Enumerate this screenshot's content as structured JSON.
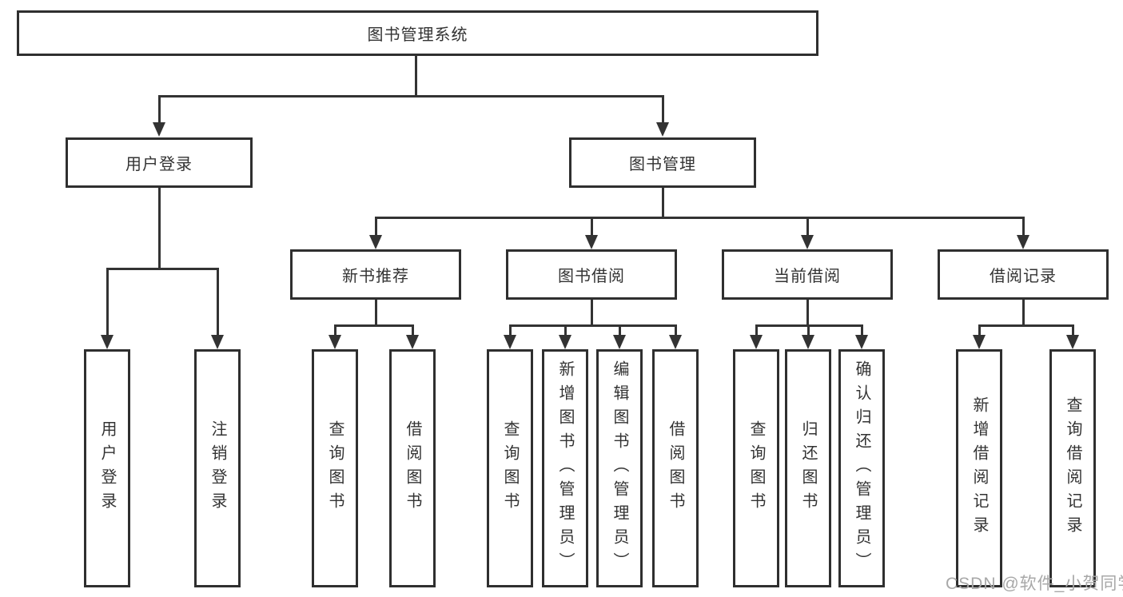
{
  "tree": {
    "label": "图书管理系统",
    "children": [
      {
        "label": "用户登录",
        "children": [
          {
            "label": "用户登录"
          },
          {
            "label": "注销登录"
          }
        ]
      },
      {
        "label": "图书管理",
        "children": [
          {
            "label": "新书推荐",
            "children": [
              {
                "label": "查询图书"
              },
              {
                "label": "借阅图书"
              }
            ]
          },
          {
            "label": "图书借阅",
            "children": [
              {
                "label": "查询图书"
              },
              {
                "label": "新增图书（管理员）"
              },
              {
                "label": "编辑图书（管理员）"
              },
              {
                "label": "借阅图书"
              }
            ]
          },
          {
            "label": "当前借阅",
            "children": [
              {
                "label": "查询图书"
              },
              {
                "label": "归还图书"
              },
              {
                "label": "确认归还（管理员）"
              }
            ]
          },
          {
            "label": "借阅记录",
            "children": [
              {
                "label": "新增借阅记录"
              },
              {
                "label": "查询借阅记录"
              }
            ]
          }
        ]
      }
    ]
  },
  "watermark": {
    "text": "CSDN @软件_小贺同学"
  },
  "colors": {
    "line": "#333333",
    "box_border": "#2f2f2f",
    "box_background": "#ffffff",
    "text": "#333333",
    "watermark": "#a8a8a8"
  }
}
